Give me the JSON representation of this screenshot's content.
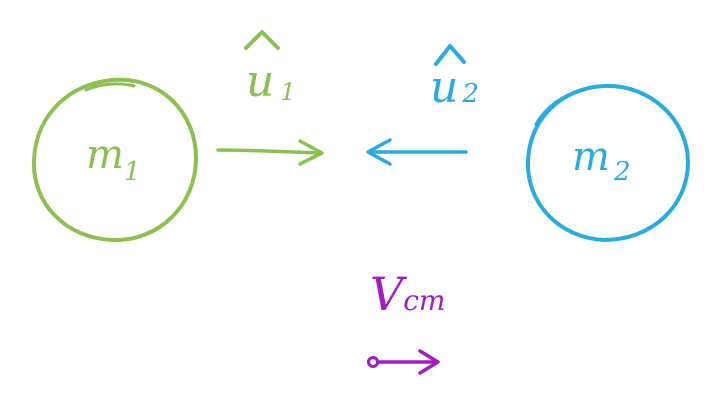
{
  "colors": {
    "mass1": "#8cc152",
    "mass2": "#29abe2",
    "vcm": "#a21cc4"
  },
  "mass1": {
    "label": "m",
    "subscript": "1",
    "unit_vector_label": "u",
    "unit_vector_subscript": "1",
    "arrow_direction": "right"
  },
  "mass2": {
    "label": "m",
    "subscript": "2",
    "unit_vector_label": "u",
    "unit_vector_subscript": "2",
    "arrow_direction": "left"
  },
  "vcm": {
    "label": "V",
    "subscript": "cm",
    "arrow_direction": "right"
  }
}
